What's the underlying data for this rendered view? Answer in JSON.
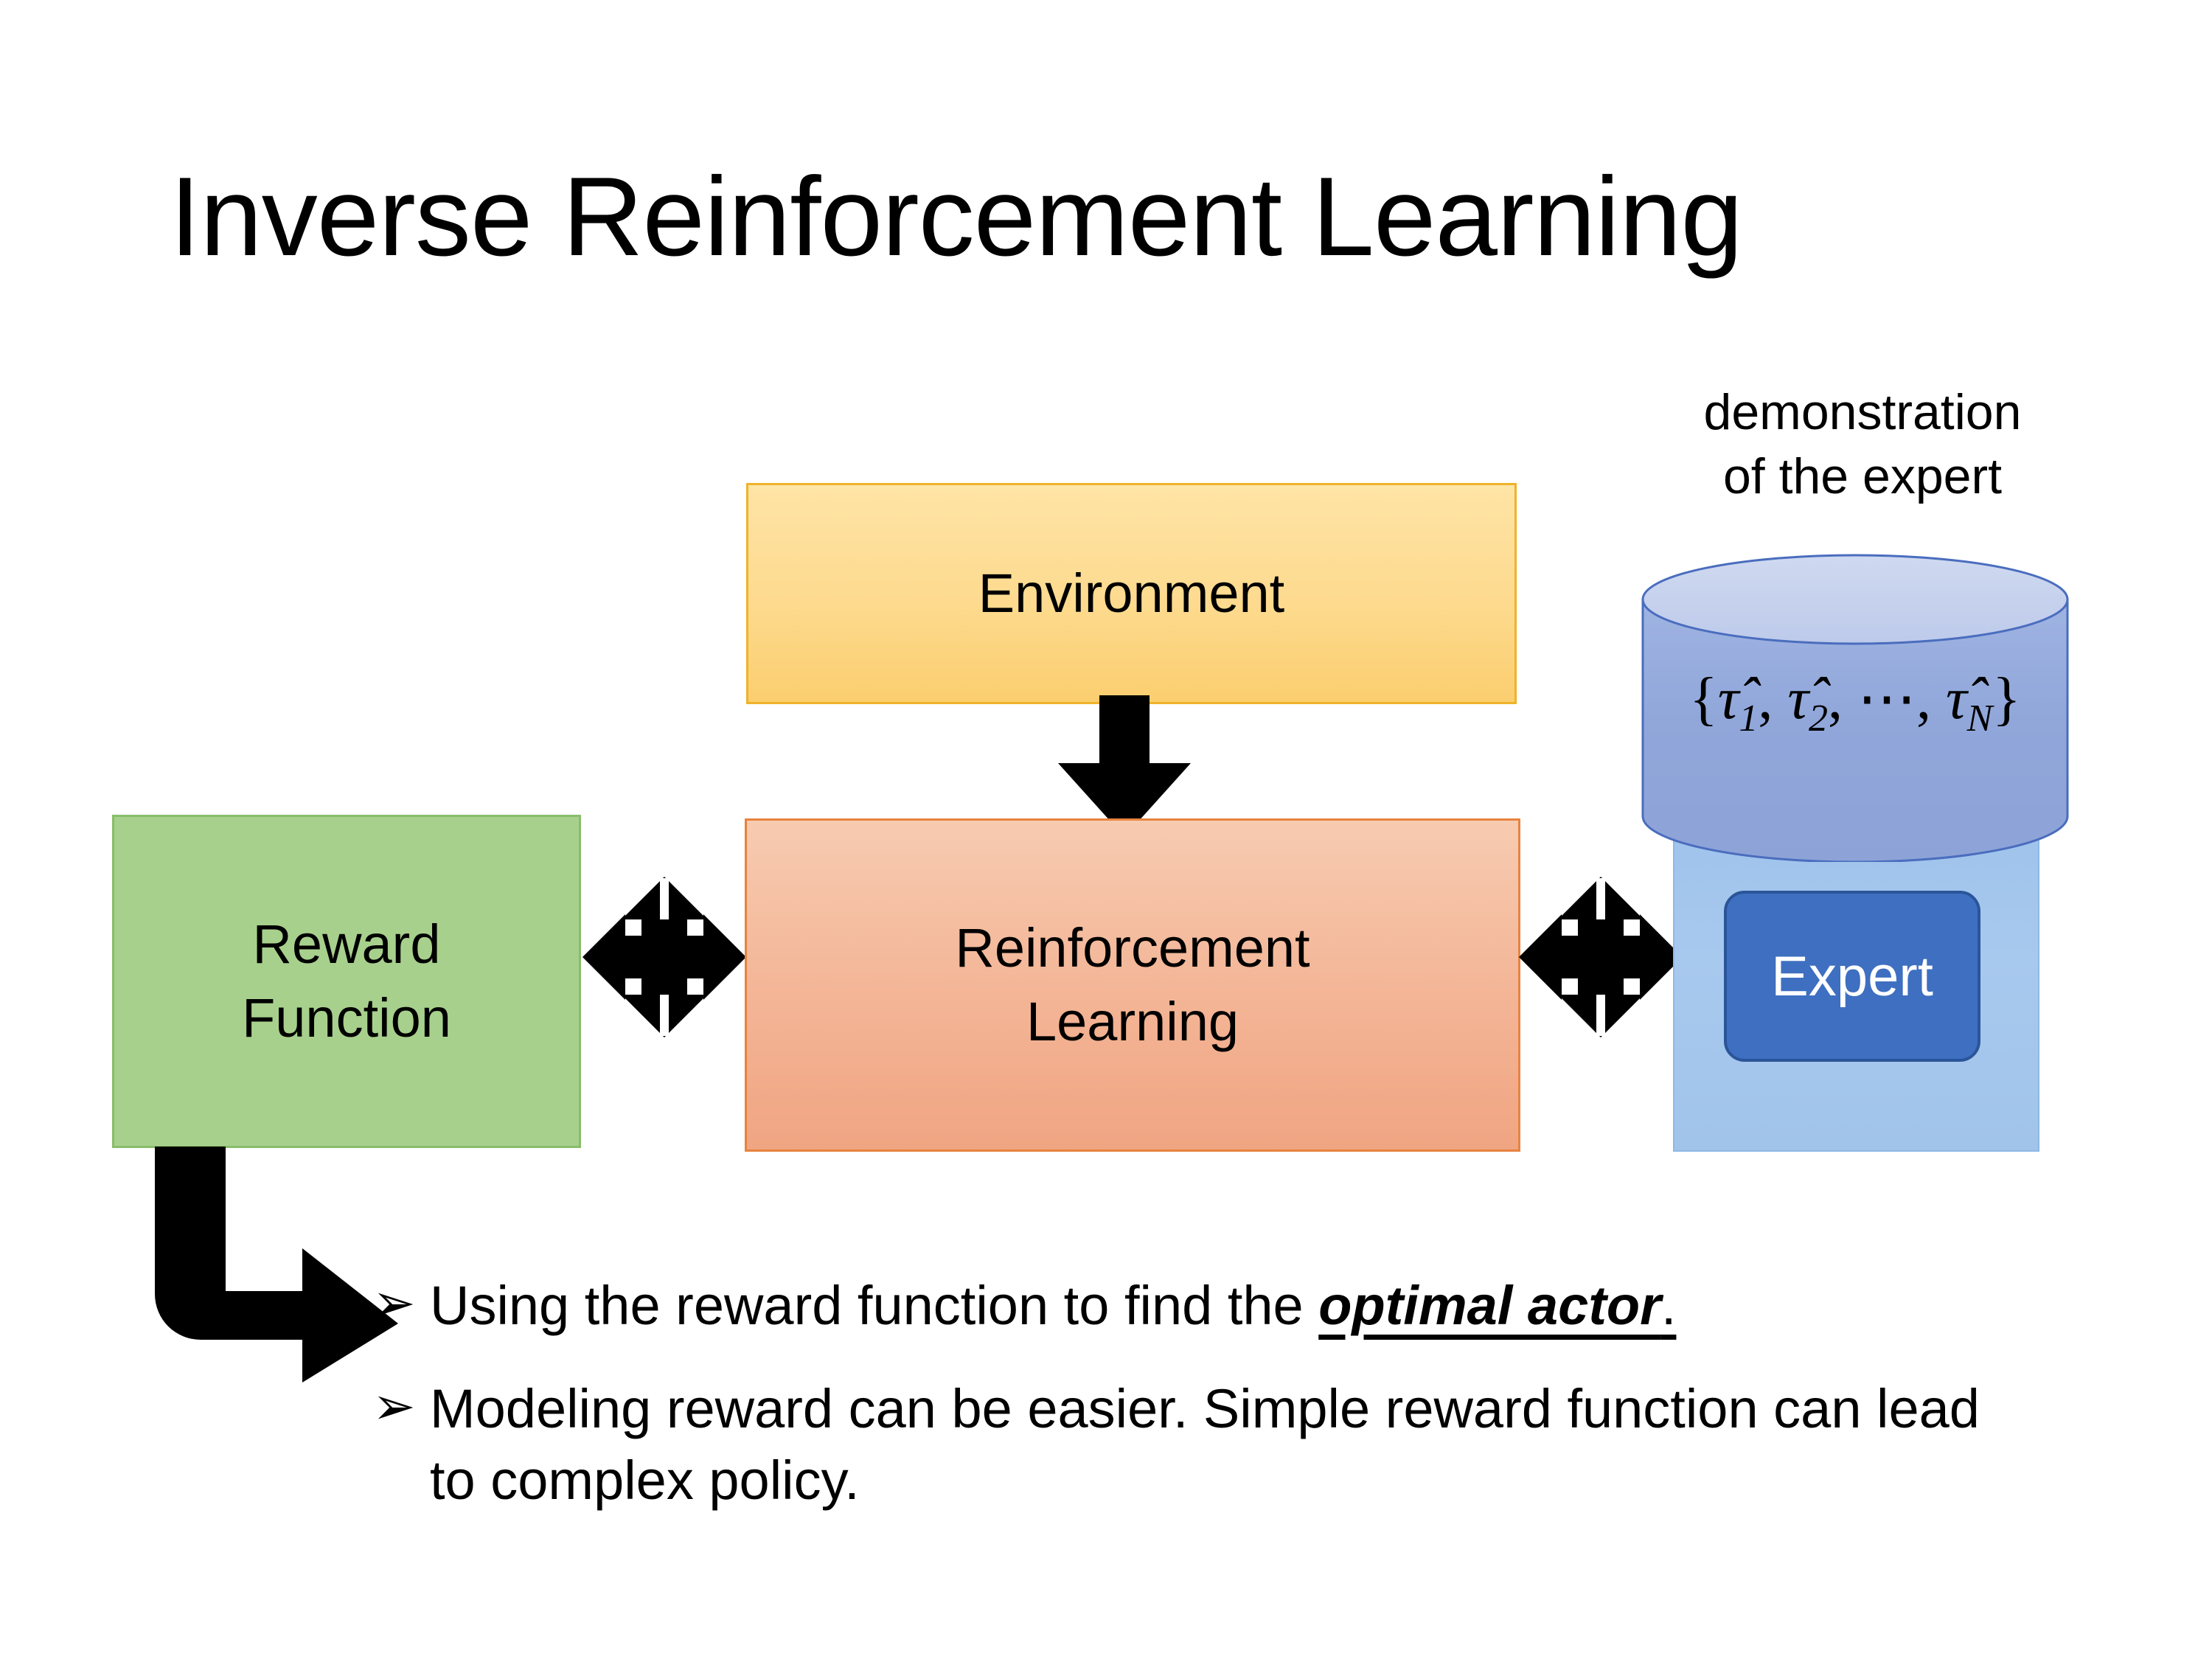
{
  "slide": {
    "title": "Inverse Reinforcement Learning",
    "background_color": "#FFFFFF"
  },
  "diagram": {
    "environment": {
      "label": "Environment",
      "fill_top": "#FEE4A6",
      "fill_bottom": "#FBCE6F",
      "border_color": "#EFB32A"
    },
    "reward_function": {
      "label_line1": "Reward",
      "label_line2": "Function",
      "fill": "#A8D08D",
      "border_color": "#88BD6A"
    },
    "reinforcement_learning": {
      "label_line1": "Reinforcement",
      "label_line2": "Learning",
      "fill_top": "#F7CBB1",
      "fill_bottom": "#F0A582",
      "border_color": "#E8833F"
    },
    "demonstration": {
      "caption_line1": "demonstration",
      "caption_line2": "of the expert",
      "trajectory_open": "{",
      "trajectory_t1": "τ̂",
      "trajectory_sub1": "1",
      "trajectory_comma1": ", ",
      "trajectory_t2": "τ̂",
      "trajectory_sub2": "2",
      "trajectory_comma2": ", ",
      "trajectory_dots": "⋯",
      "trajectory_comma3": ", ",
      "trajectory_tN": "τ̂",
      "trajectory_subN": "N",
      "trajectory_close": "}",
      "cylinder_fill_light": "#C9D5EE",
      "cylinder_fill_dark": "#8FA6DC",
      "cylinder_stroke": "#4A6DBE"
    },
    "expert_panel": {
      "fill": "#A4C6ED",
      "border_color": "#8FB8E6"
    },
    "expert": {
      "label": "Expert",
      "fill": "#3E6FC1",
      "border_color": "#2B5599",
      "text_color": "#FFFFFF"
    },
    "arrows": {
      "environment_to_rl": "down-arrow",
      "reward_to_rl": "double-headed-star-arrow",
      "rl_to_expert": "double-headed-star-arrow",
      "reward_to_notes": "bent-elbow-arrow",
      "color": "#000000"
    }
  },
  "notes": {
    "bullet_marker": "➢",
    "items": [
      {
        "prefix": "Using the reward function to find the ",
        "emphasis": "optimal actor",
        "suffix": "."
      },
      {
        "prefix": "Modeling reward can be easier. Simple reward function can lead to complex policy.",
        "emphasis": "",
        "suffix": ""
      }
    ]
  }
}
